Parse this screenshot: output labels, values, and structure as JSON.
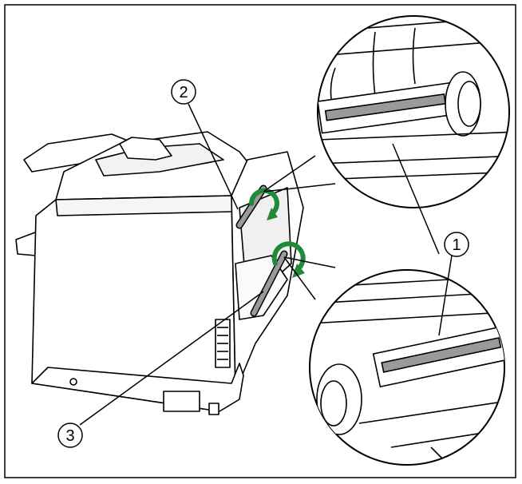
{
  "figure": {
    "callouts": [
      {
        "label": "1"
      },
      {
        "label": "2"
      },
      {
        "label": "3"
      }
    ],
    "colors": {
      "outline": "#000000",
      "background": "#ffffff",
      "roller_grey": "#9a9a9a",
      "arrow_green": "#1f8a3a"
    }
  }
}
